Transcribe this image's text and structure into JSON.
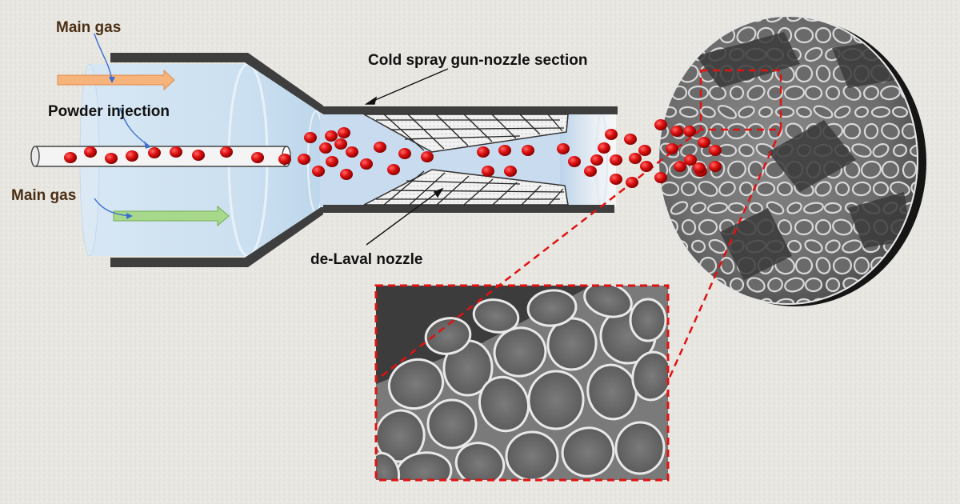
{
  "labels": {
    "main_gas_top": "Main gas",
    "powder_injection": "Powder injection",
    "main_gas_bottom": "Main gas",
    "gun_section": "Cold spray gun-nozzle section",
    "laval": "de-Laval nozzle"
  },
  "colors": {
    "label_brown": "#4a2f14",
    "label_black": "#111111",
    "particle_red": "#e01212",
    "zoom_box_red": "#e01212",
    "arrow_orange": "#f7b37c",
    "arrow_green": "#a8d88a",
    "pointer_blue": "#3b6fd1",
    "chamber_blue": "#cfe3f3",
    "wall_dark": "#444444"
  },
  "icons": [
    "gas-flow-arrow-icon",
    "pointer-arrow-icon",
    "particle-icon"
  ]
}
